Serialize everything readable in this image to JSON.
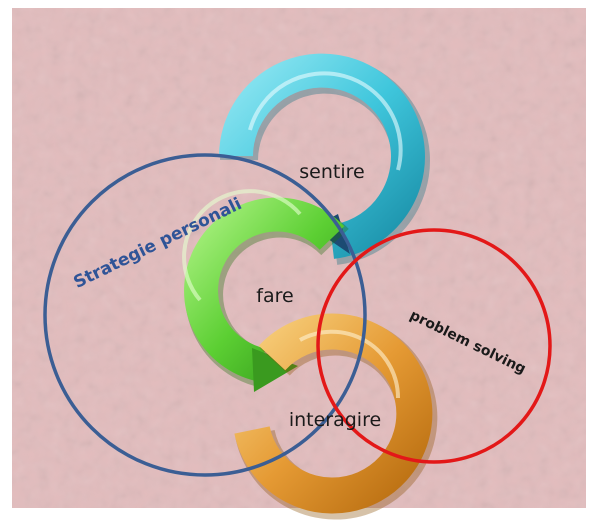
{
  "labels": {
    "sentire": "sentire",
    "fare": "fare",
    "interagire": "interagire",
    "strategie": "Strategie personali",
    "problem": "problem solving"
  },
  "colors": {
    "background": "#e2bcbd",
    "frame": "#ffffff",
    "arrow_sentire": "#3fc6dc",
    "arrow_fare": "#5ccf33",
    "arrow_interagire": "#e59a34",
    "circle_strategie": "#3b5e94",
    "circle_problem": "#e31818",
    "text_dark": "#1a1a1a",
    "text_blue": "#2f5497"
  }
}
